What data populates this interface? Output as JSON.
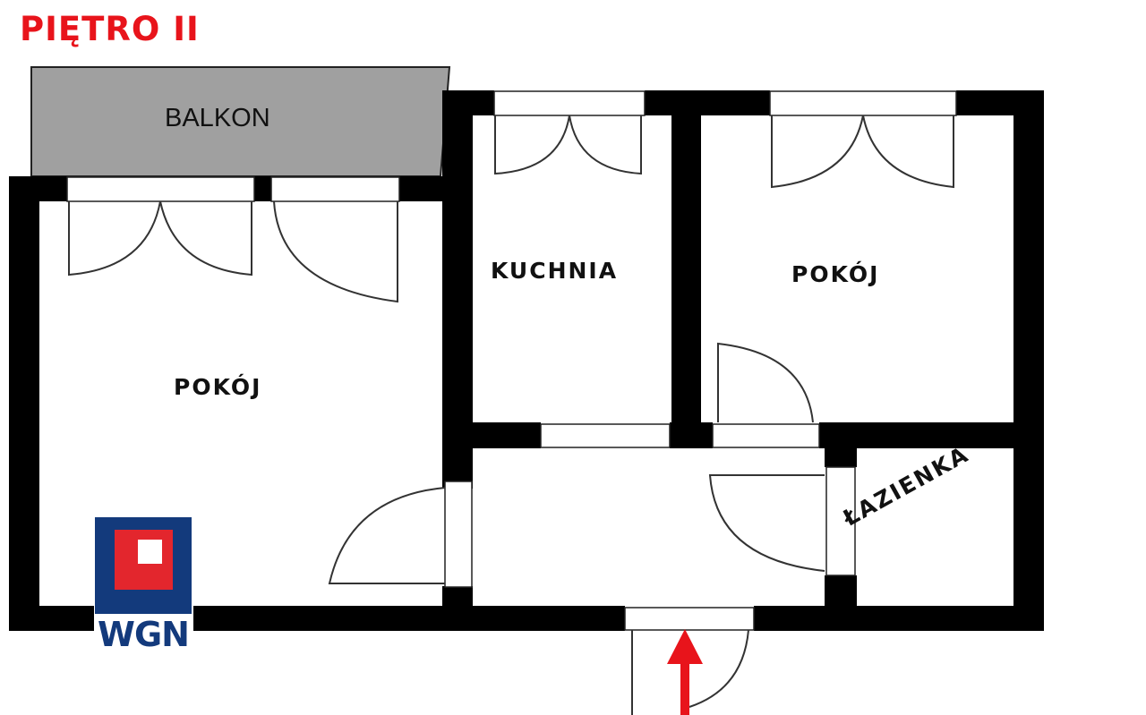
{
  "header": {
    "floor_label": "PIĘTRO II"
  },
  "rooms": {
    "balcony": "BALKON",
    "room_left": "POKÓJ",
    "kitchen": "KUCHNIA",
    "room_right": "POKÓJ",
    "bathroom": "ŁAZIENKA"
  },
  "logo": {
    "text": "WGN",
    "colors": {
      "blue": "#133a7c",
      "red": "#e3262d",
      "white": "#ffffff"
    }
  },
  "colors": {
    "wall": "#000000",
    "balcony_fill": "#a0a0a0",
    "title": "#e8141b",
    "entrance_arrow": "#e8141b"
  },
  "entrance": {
    "arrow": "entrance-arrow"
  }
}
